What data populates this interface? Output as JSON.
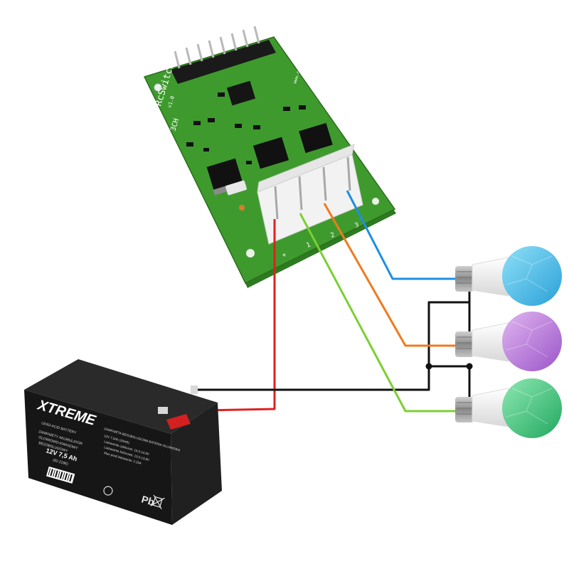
{
  "board": {
    "name": "RcSwitch",
    "version": "v1.0",
    "channels": "3CH",
    "side_text": "www.rcswitch.pl",
    "pin_labels": [
      "+",
      "1",
      "2",
      "3"
    ]
  },
  "battery": {
    "brand": "XTREME",
    "tagline": "LEAD-ACID BATTERY",
    "rating": "12V 7,5 Ah",
    "model": "(82-219E)",
    "lines": [
      "ZAMKNIETY AKUMULATOR",
      "OLOWIOWO-KWASOWY",
      "BEZOBSLUGOWY"
    ],
    "right_lines": [
      "ZAMKNIETA BEZOBSLUGOWA BATERIA OLOWIOWA",
      "12V 7,5Ah (20HR)",
      "Ladowanie cykliczne: 14.5-14.9V",
      "Ladowanie buforowe: 13.5-13.8V",
      "Max prad ladowania: 2.25A"
    ],
    "pb_mark": "Pb",
    "recycle_mark": "Pb"
  },
  "colors": {
    "pcb": "#3f9a2e",
    "pcb_dark": "#2d7a20",
    "battery": "#1c1c1c",
    "wire_positive": "#e02020",
    "wire_ground": "#111111",
    "wire_ch1": "#7ccf33",
    "wire_ch2": "#f07a1e",
    "wire_ch3": "#1e8fe0",
    "bulb_blue": "#4fc0e8",
    "bulb_purple": "#b77ad6",
    "bulb_green": "#43c07a"
  },
  "bulbs": [
    {
      "name": "bulb-blue",
      "channel": "3"
    },
    {
      "name": "bulb-purple",
      "channel": "2"
    },
    {
      "name": "bulb-green",
      "channel": "1"
    }
  ]
}
